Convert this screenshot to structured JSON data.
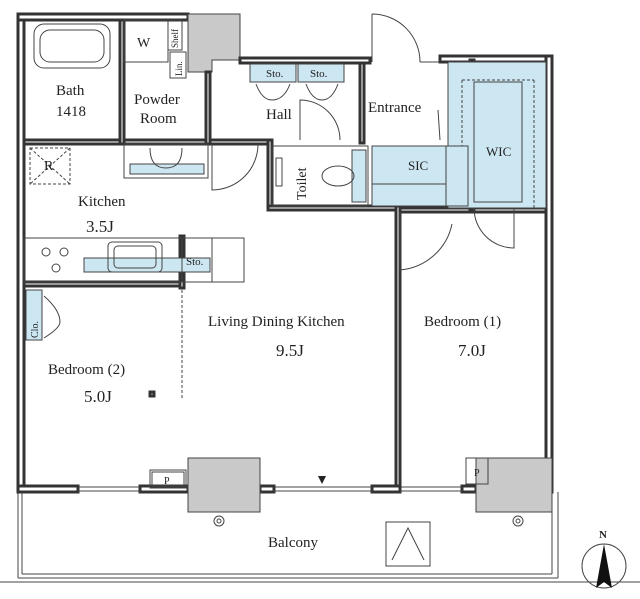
{
  "rooms": {
    "bath": "Bath",
    "bath_size": "1418",
    "washer": "W",
    "shelf": "Shelf",
    "linen": "Lin.",
    "powder_room_1": "Powder",
    "powder_room_2": "Room",
    "hall": "Hall",
    "entrance": "Entrance",
    "sto_1": "Sto.",
    "sto_2": "Sto.",
    "sto_3": "Sto.",
    "wic": "WIC",
    "sic": "SIC",
    "toilet": "Toilet",
    "refrigerator": "R",
    "kitchen": "Kitchen",
    "kitchen_size": "3.5J",
    "closet": "Clo.",
    "ldk": "Living Dining Kitchen",
    "ldk_size": "9.5J",
    "bedroom1": "Bedroom (1)",
    "bedroom1_size": "7.0J",
    "bedroom2": "Bedroom (2)",
    "bedroom2_size": "5.0J",
    "pipe_1": "P",
    "pipe_2": "P",
    "balcony": "Balcony"
  },
  "compass": {
    "north": "N"
  }
}
